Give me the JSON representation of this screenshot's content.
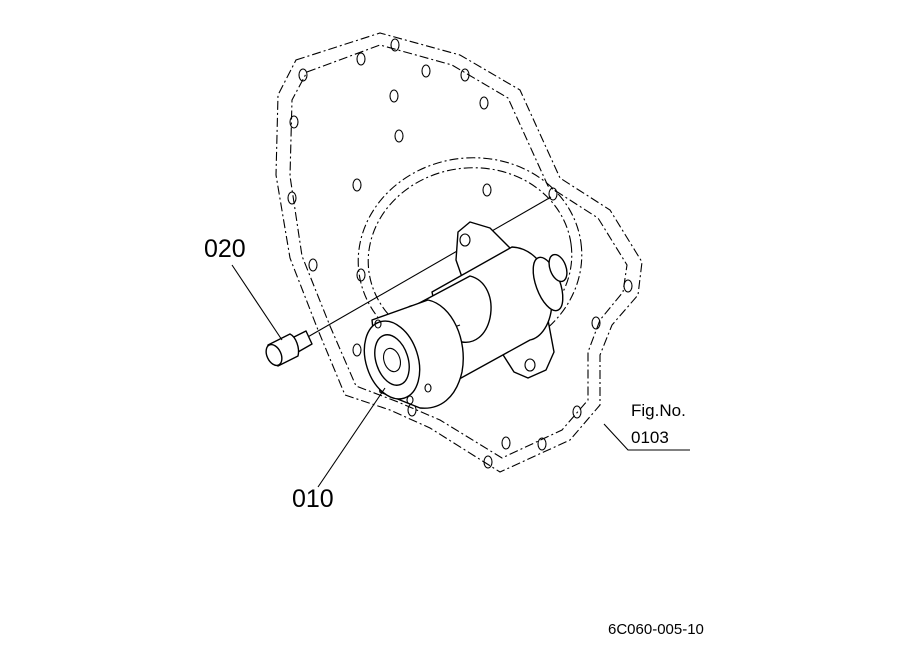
{
  "parts": {
    "starter_callout": "010",
    "screw_callout": "020"
  },
  "figure_ref": {
    "label": "Fig.No.",
    "number": "0103"
  },
  "drawing_code": "6C060-005-10"
}
